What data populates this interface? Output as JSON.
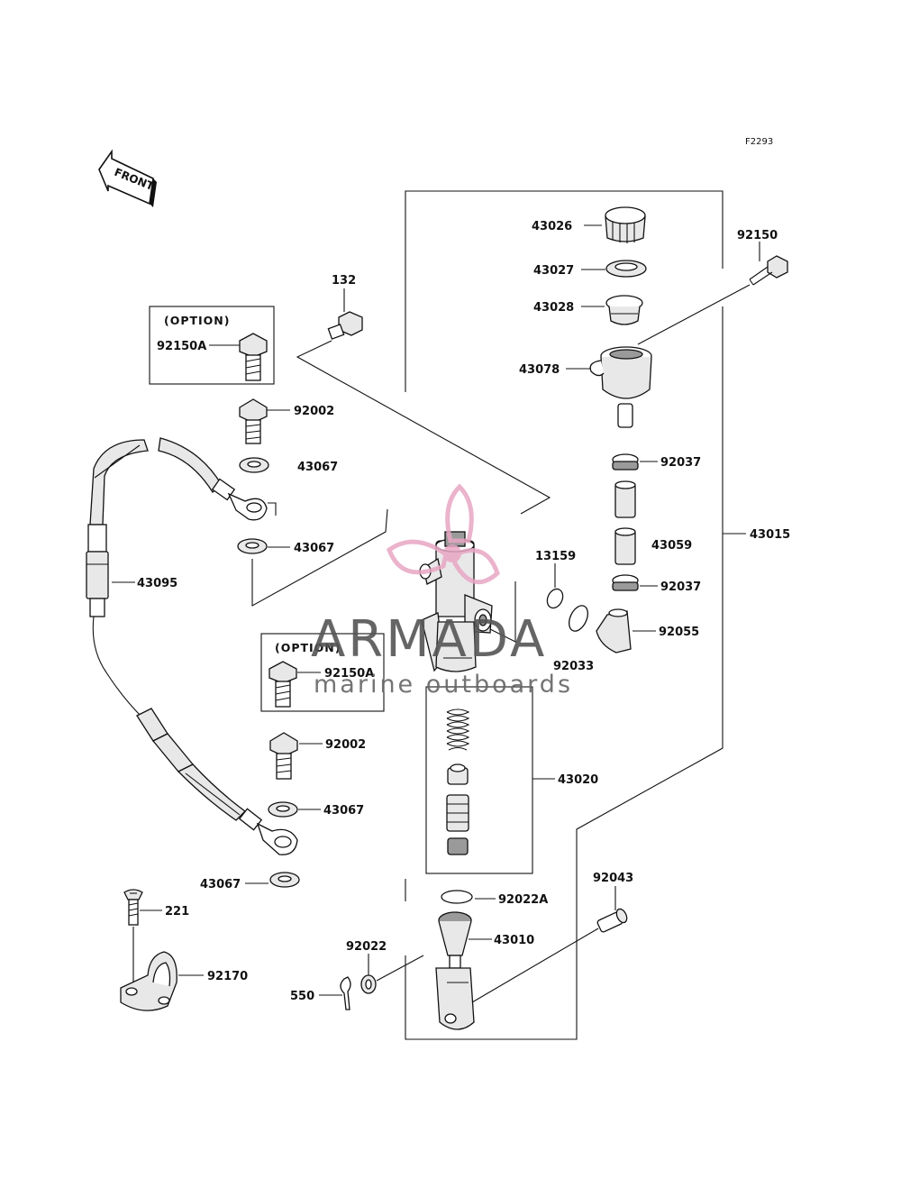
{
  "diagram": {
    "figure_code": "F2293",
    "front_label": "FRONT",
    "option_label_top": "(OPTION)",
    "option_label_mid": "(OPTION)",
    "parts": [
      {
        "id": "43026",
        "label": "43026"
      },
      {
        "id": "43027",
        "label": "43027"
      },
      {
        "id": "43028",
        "label": "43028"
      },
      {
        "id": "43078",
        "label": "43078"
      },
      {
        "id": "92150",
        "label": "92150"
      },
      {
        "id": "132",
        "label": "132"
      },
      {
        "id": "92150A_top",
        "label": "92150A"
      },
      {
        "id": "92002_top",
        "label": "92002"
      },
      {
        "id": "43067_a",
        "label": "43067"
      },
      {
        "id": "43067_b",
        "label": "43067"
      },
      {
        "id": "43095",
        "label": "43095"
      },
      {
        "id": "92037_top",
        "label": "92037"
      },
      {
        "id": "43059",
        "label": "43059"
      },
      {
        "id": "92037_bot",
        "label": "92037"
      },
      {
        "id": "43015",
        "label": "43015"
      },
      {
        "id": "92055",
        "label": "92055"
      },
      {
        "id": "13159",
        "label": "13159"
      },
      {
        "id": "92033",
        "label": "92033"
      },
      {
        "id": "92150A_mid",
        "label": "92150A"
      },
      {
        "id": "92002_mid",
        "label": "92002"
      },
      {
        "id": "43067_c",
        "label": "43067"
      },
      {
        "id": "43067_d",
        "label": "43067"
      },
      {
        "id": "43020",
        "label": "43020"
      },
      {
        "id": "92022A",
        "label": "92022A"
      },
      {
        "id": "43010",
        "label": "43010"
      },
      {
        "id": "92043",
        "label": "92043"
      },
      {
        "id": "221",
        "label": "221"
      },
      {
        "id": "92170",
        "label": "92170"
      },
      {
        "id": "92022",
        "label": "92022"
      },
      {
        "id": "550",
        "label": "550"
      }
    ]
  },
  "watermark": {
    "title": "ARMADA",
    "subtitle": "marine outboards",
    "colors": {
      "logo": "#e8a6c4",
      "text": "#555555"
    }
  }
}
